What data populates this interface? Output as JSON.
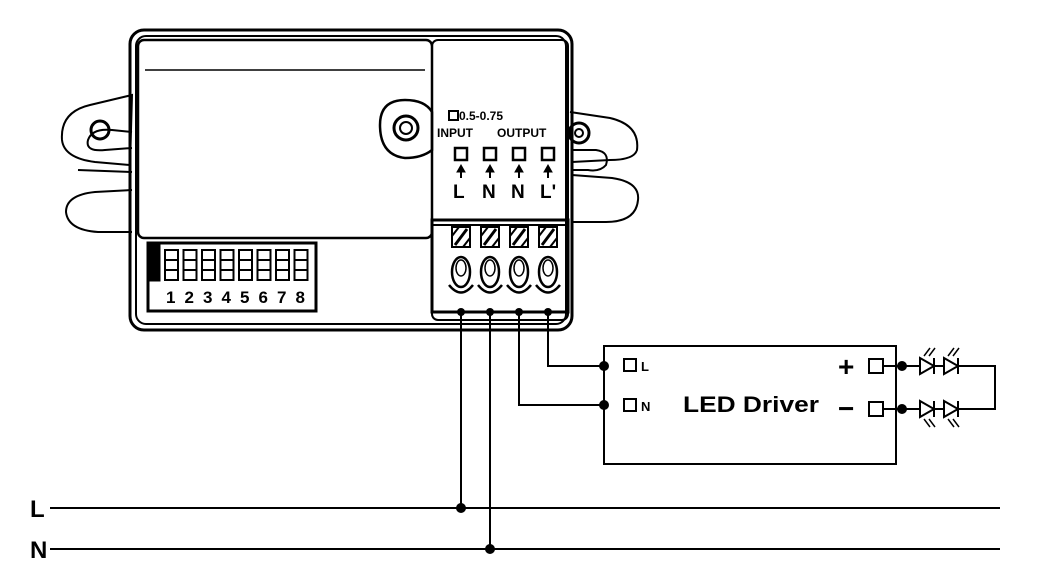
{
  "sensor": {
    "wire_gauge": "0.5-0.75",
    "input_label": "INPUT",
    "output_label": "OUTPUT",
    "terminals": [
      "L",
      "N",
      "N",
      "L'"
    ],
    "dip_switch_numbers": [
      "1",
      "2",
      "3",
      "4",
      "5",
      "6",
      "7",
      "8"
    ]
  },
  "driver": {
    "title": "LED Driver",
    "input_l": "L",
    "input_n": "N",
    "plus": "+",
    "minus": "−"
  },
  "mains": {
    "line": "L",
    "neutral": "N"
  },
  "colors": {
    "ink": "#000000",
    "background": "#ffffff"
  }
}
